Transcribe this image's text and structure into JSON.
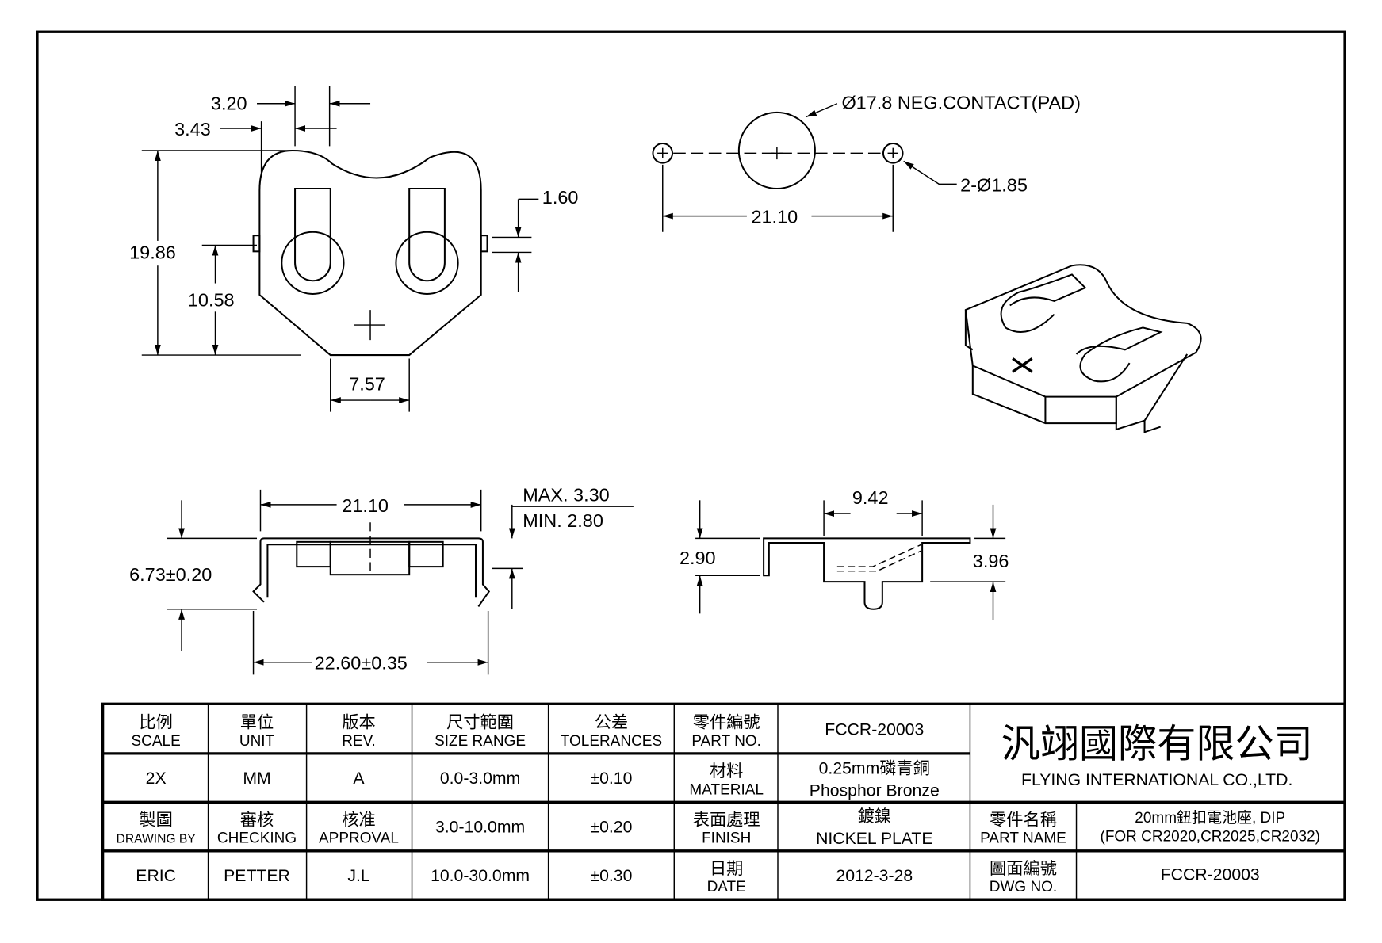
{
  "top_view": {
    "d1": "3.20",
    "d2": "3.43",
    "d3": "19.86",
    "d4": "10.58",
    "d5": "7.57",
    "d6": "1.60"
  },
  "pad_view": {
    "pad": "Ø17.8 NEG.CONTACT(PAD)",
    "holes": "2-Ø1.85",
    "spacing": "21.10"
  },
  "front_view": {
    "width": "21.10",
    "max": "MAX. 3.30",
    "min": "MIN. 2.80",
    "height": "6.73±0.20",
    "pin_span": "22.60±0.35"
  },
  "side_view": {
    "top": "9.42",
    "left": "2.90",
    "right": "3.96"
  },
  "title_block": {
    "scale_zh": "比例",
    "scale_en": "SCALE",
    "scale": "2X",
    "unit_zh": "單位",
    "unit_en": "UNIT",
    "unit": "MM",
    "rev_zh": "版本",
    "rev_en": "REV.",
    "rev": "A",
    "size_zh": "尺寸範圍",
    "size_en": "SIZE RANGE",
    "tol_zh": "公差",
    "tol_en": "TOLERANCES",
    "ranges": [
      {
        "range": "0.0-3.0mm",
        "tol": "±0.10"
      },
      {
        "range": "3.0-10.0mm",
        "tol": "±0.20"
      },
      {
        "range": "10.0-30.0mm",
        "tol": "±0.30"
      }
    ],
    "drawn_zh": "製圖",
    "drawn_en": "DRAWING BY",
    "drawn": "ERIC",
    "check_zh": "審核",
    "check_en": "CHECKING",
    "check": "PETTER",
    "appr_zh": "核准",
    "appr_en": "APPROVAL",
    "appr": "J.L",
    "partno_zh": "零件編號",
    "partno_en": "PART NO.",
    "partno": "FCCR-20003",
    "mat_zh": "材料",
    "mat_en": "MATERIAL",
    "mat1": "0.25mm磷青銅",
    "mat2": "Phosphor Bronze",
    "finish_zh": "表面處理",
    "finish_en": "FINISH",
    "finish1": "鍍鎳",
    "finish2": "NICKEL PLATE",
    "date_zh": "日期",
    "date_en": "DATE",
    "date": "2012-3-28",
    "company_zh": "汎翊國際有限公司",
    "company_en": "FLYING INTERNATIONAL CO.,LTD.",
    "pname_zh": "零件名稱",
    "pname_en": "PART NAME",
    "pname1": "20mm鈕扣電池座, DIP",
    "pname2": "(FOR CR2020,CR2025,CR2032)",
    "dwg_zh": "圖面編號",
    "dwg_en": "DWG NO.",
    "dwg": "FCCR-20003"
  }
}
